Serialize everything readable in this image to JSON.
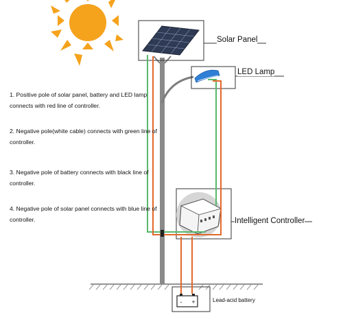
{
  "labels": {
    "solar_panel": "Solar Panel",
    "led_lamp": "LED Lamp",
    "controller": "Intelligent Controller",
    "battery": "Lead-acid battery"
  },
  "notes": [
    "1. Positive pole of  solar panel, battery and LED lamp connects with red line of controller.",
    "2. Negative pole(white cable) connects with green line of controller.",
    "3. Negative pole of battery connects with black line of controller.",
    "4. Negative pole of solar panel connects with blue line of controller."
  ],
  "battery_terminals": {
    "negative": "-",
    "positive": "+"
  },
  "colors": {
    "sun": "#f5a21c",
    "panel": "#2f3b55",
    "pole": "#7d7d7d",
    "wire_red": "#e2682b",
    "wire_green": "#57b86a",
    "lamp": "#2f7fd6",
    "controller_circle": "#d6d6d6"
  }
}
